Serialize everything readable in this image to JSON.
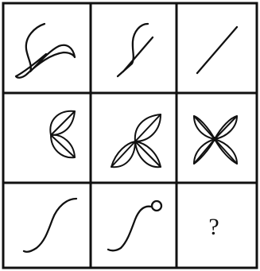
{
  "puzzle": {
    "grid": {
      "rows": 3,
      "columns": 3
    },
    "line_color": "#111111",
    "background_color": "#ffffff",
    "cells": [
      {
        "row": 1,
        "column": 1,
        "content": "looping-scribble-line"
      },
      {
        "row": 1,
        "column": 2,
        "content": "hook-curve-line"
      },
      {
        "row": 1,
        "column": 3,
        "content": "straight-diagonal-line"
      },
      {
        "row": 2,
        "column": 1,
        "content": "two-leaf-petals"
      },
      {
        "row": 2,
        "column": 2,
        "content": "three-leaf-petals"
      },
      {
        "row": 2,
        "column": 3,
        "content": "four-leaf-petals"
      },
      {
        "row": 3,
        "column": 1,
        "content": "s-curve"
      },
      {
        "row": 3,
        "column": 2,
        "content": "s-curve-with-loop"
      },
      {
        "row": 3,
        "column": 3,
        "content": "question-mark"
      }
    ],
    "missing_cell_label": "?"
  }
}
